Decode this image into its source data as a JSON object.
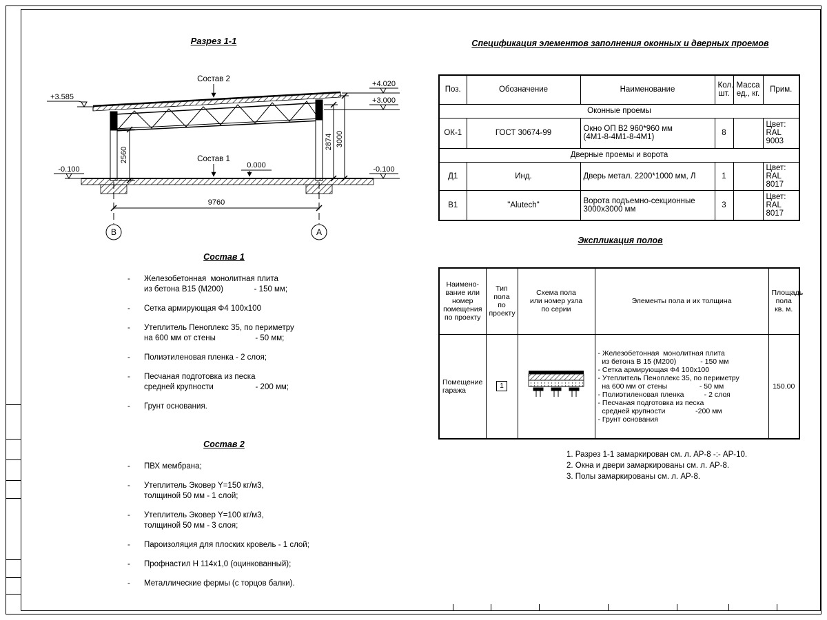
{
  "ui": {
    "bullet": "-"
  },
  "drawing": {
    "section_title": "Разрез 1-1",
    "labels": {
      "sostav2_callout": "Состав 2",
      "sostav1_callout": "Состав 1",
      "elev_left_top": "+3.585",
      "elev_right_top": "+4.020",
      "elev_right_mid": "+3.000",
      "elev_left_base": "-0.100",
      "elev_right_base": "-0.100",
      "elev_zero": "0.000",
      "dim_height_inner": "2560",
      "dim_height_2874": "2874",
      "dim_height_3000": "3000",
      "dim_span": "9760",
      "axis_left": "В",
      "axis_right": "А"
    }
  },
  "sostav1": {
    "title": "Состав 1",
    "items": [
      "Железобетонная  монолитная плита\nиз бетона В15 (М200)              - 150 мм;",
      "Сетка армирующая Ф4 100х100",
      "Утеплитель Пеноплекс 35, по периметру\nна 600 мм от стены                  - 50 мм;",
      "Полиэтиленовая пленка - 2 слоя;",
      "Песчаная подготовка из песка\nсредней крупности                   - 200 мм;",
      "Грунт основания."
    ]
  },
  "sostav2": {
    "title": "Состав 2",
    "items": [
      "ПВХ мембрана;",
      "Утеплитель Эковер Y=150 кг/м3,\nтолщиной 50 мм - 1 слой;",
      "Утеплитель Эковер Y=100 кг/м3,\nтолщиной 50 мм - 3 слоя;",
      "Пароизоляция для плоских кровель - 1 слой;",
      "Профнастил Н 114х1,0 (оцинкованный);",
      "Металлические фермы (с торцов балки)."
    ]
  },
  "spec_table": {
    "title": "Спецификация элементов заполнения оконных и дверных проемов",
    "headers": {
      "pos": "Поз.",
      "designation": "Обозначение",
      "name": "Наименование",
      "qty": "Кол.\nшт.",
      "mass": "Масса\nед., кг.",
      "note": "Прим."
    },
    "group_windows": "Оконные проемы",
    "group_doors": "Дверные проемы и ворота",
    "rows": [
      {
        "pos": "ОК-1",
        "designation": "ГОСТ 30674-99",
        "name": "Окно ОП В2 960*960 мм\n(4М1-8-4М1-8-4М1)",
        "qty": "8",
        "mass": "",
        "note": "Цвет:\nRAL 9003"
      },
      {
        "pos": "Д1",
        "designation": "Инд.",
        "name": "Дверь метал. 2200*1000 мм, Л",
        "qty": "1",
        "mass": "",
        "note": "Цвет:\nRAL 8017"
      },
      {
        "pos": "В1",
        "designation": "\"Alutech\"",
        "name": "Ворота подъемно-секционные\n3000х3000 мм",
        "qty": "3",
        "mass": "",
        "note": "Цвет:\nRAL 8017"
      }
    ]
  },
  "floor_table": {
    "title": "Экспликация полов",
    "headers": {
      "room": "Наимено-\nвание или\nномер\nпомещения\nпо проекту",
      "type": "Тип\nпола\nпо\nпроекту",
      "schema": "Схема пола\nили номер узла\nпо серии",
      "elements": "Элементы пола и их толщина",
      "area": "Площадь\nпола\nкв. м."
    },
    "row": {
      "room": "Помещение\nгаража",
      "type": "1",
      "elements": "- Железобетонная  монолитная плита\n  из бетона В 15 (М200)            - 150 мм\n- Сетка армирующая Ф4 100х100\n- Утеплитель Пеноплекс 35, по периметру\n  на 600 мм от стены                - 50 мм\n- Полиэтиленовая пленка          - 2 слоя\n- Песчаная подготовка из песка\n  средней крупности               -200 мм\n- Грунт основания",
      "area": "150.00"
    }
  },
  "notes": [
    "1. Разрез 1-1 замаркирован см. л. АР-8 -:- АР-10.",
    "2. Окна и двери замаркированы см. л. АР-8.",
    "3. Полы замаркированы см. л. АР-8."
  ]
}
